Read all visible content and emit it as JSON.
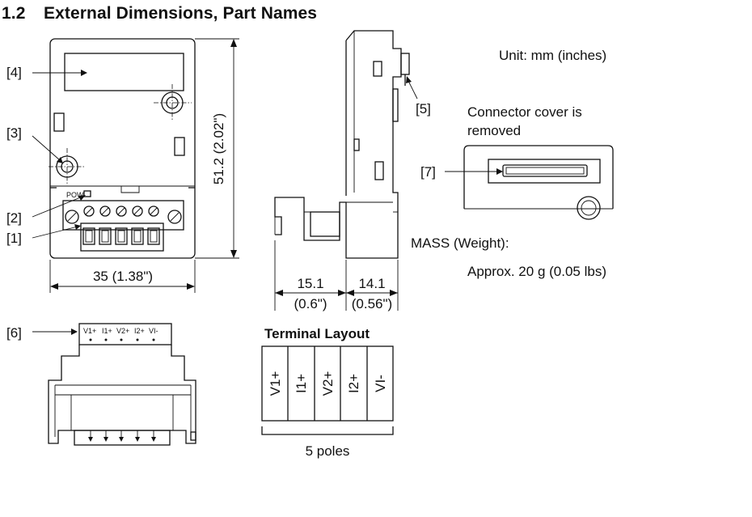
{
  "heading": {
    "number": "1.2",
    "title": "External Dimensions, Part Names"
  },
  "unit_note": "Unit: mm (inches)",
  "callouts": {
    "c1": "[1]",
    "c2": "[2]",
    "c3": "[3]",
    "c4": "[4]",
    "c5": "[5]",
    "c6": "[6]",
    "c7": "[7]"
  },
  "dimensions": {
    "height": "51.2 (2.02\")",
    "width": "35 (1.38\")",
    "depth1_mm": "15.1",
    "depth1_in": "(0.6\")",
    "depth2_mm": "14.1",
    "depth2_in": "(0.56\")"
  },
  "front_labels": {
    "power_led": "POW"
  },
  "connector_note": {
    "line1": "Connector cover is",
    "line2": "removed"
  },
  "mass": {
    "label": "MASS (Weight):",
    "value": "Approx. 20 g (0.05 lbs)"
  },
  "bottom_view_terminals": [
    "V1+",
    "I1+",
    "V2+",
    "I2+",
    "VI-"
  ],
  "terminal_layout": {
    "title": "Terminal Layout",
    "terminals": [
      "V1+",
      "I1+",
      "V2+",
      "I2+",
      "VI-"
    ],
    "poles_label": "5 poles"
  }
}
